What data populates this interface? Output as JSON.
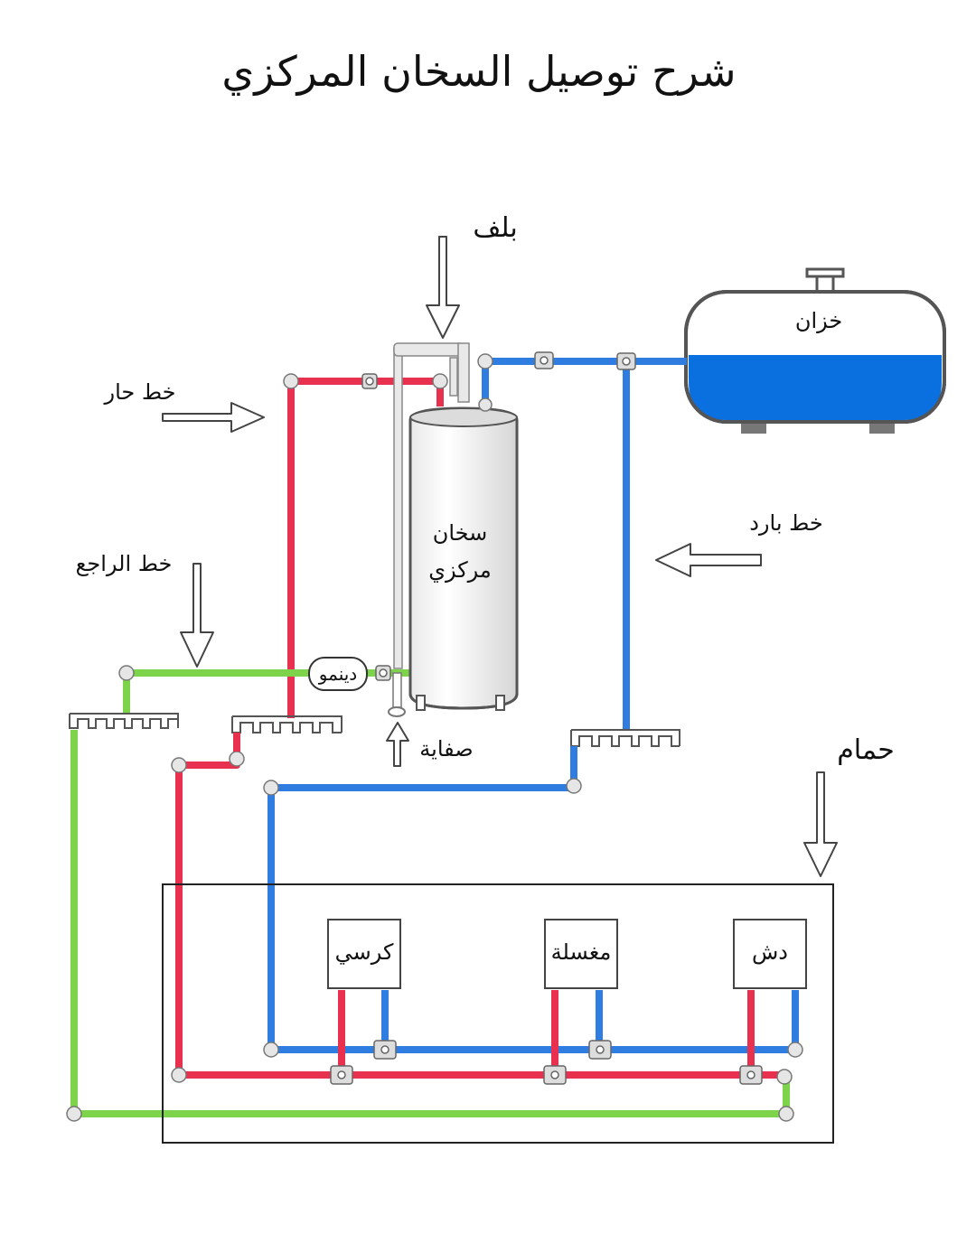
{
  "title": "شرح توصيل السخان المركزي",
  "labels": {
    "valve": "بلف",
    "tank": "خزان",
    "hot_line": "خط حار",
    "cold_line": "خط بارد",
    "return_line": "خط الراجع",
    "heater_line1": "سخان",
    "heater_line2": "مركزي",
    "pump": "دينمو",
    "drain": "صفاية",
    "bathroom": "حمام"
  },
  "fixtures": {
    "toilet": "كرسي",
    "sink": "مغسلة",
    "shower": "دش"
  },
  "colors": {
    "hot": "#e8304f",
    "cold": "#2f7de1",
    "return": "#7dd34a",
    "tank_water": "#0a70e0",
    "outline": "#555555"
  }
}
